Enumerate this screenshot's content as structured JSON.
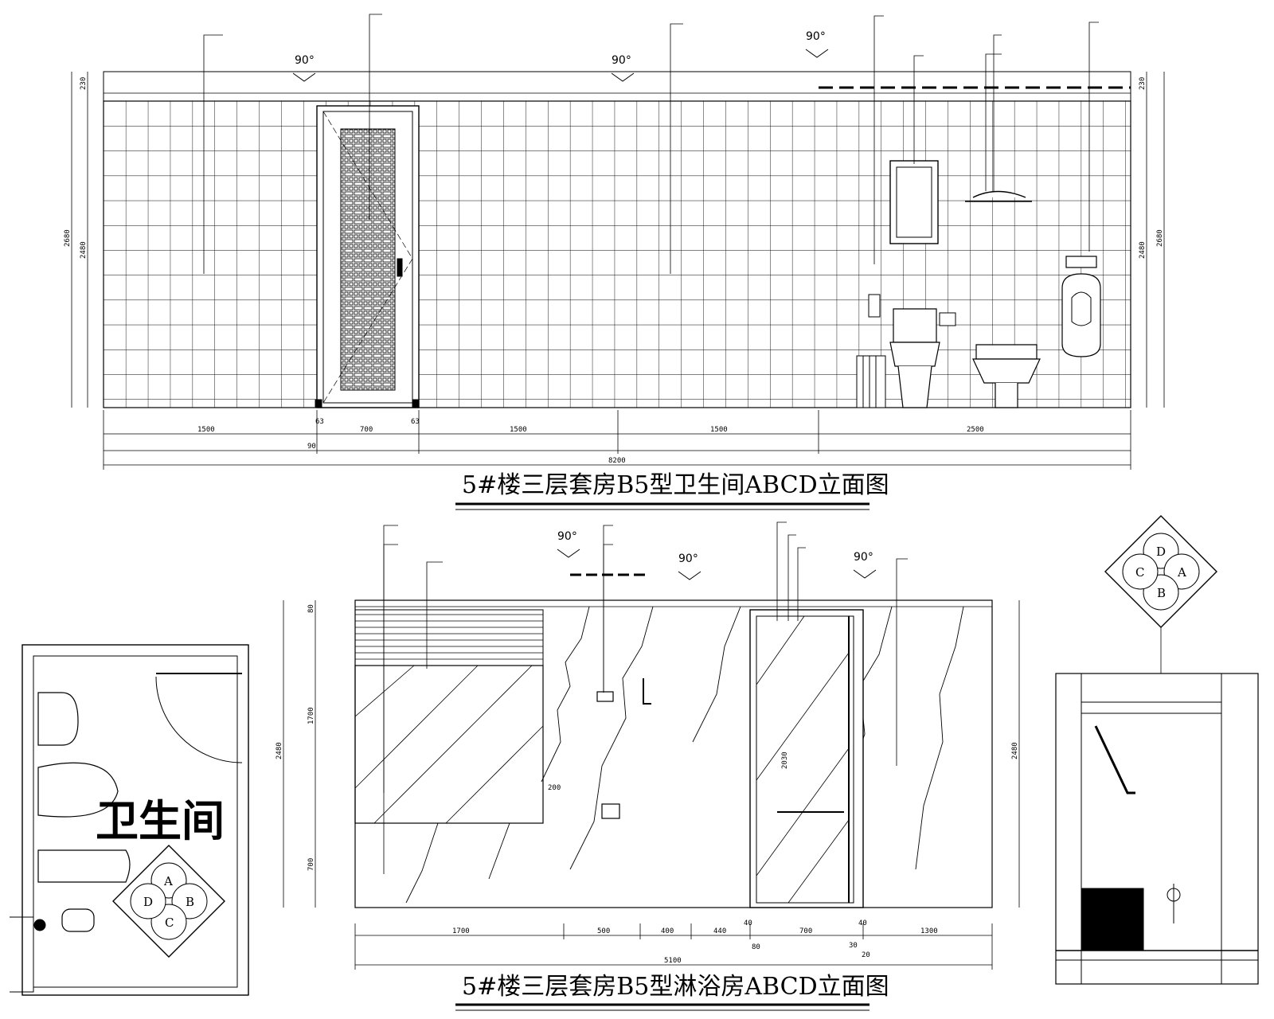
{
  "titles": {
    "toilet_elevation": "5#楼三层套房B5型卫生间ABCD立面图",
    "shower_elevation": "5#楼三层套房B5型淋浴房ABCD立面图",
    "room_label": "卫生间"
  },
  "angles": {
    "door_angle": "90°"
  },
  "upper": {
    "dims_bottom": [
      "1500",
      "63",
      "700",
      "63",
      "1500",
      "1500",
      "2500"
    ],
    "dim_sub": "90",
    "dim_total": "8200",
    "dim_left_heights": [
      "230",
      "2480",
      "2680"
    ],
    "dim_right_heights": [
      "230",
      "2480",
      "2680"
    ]
  },
  "lower": {
    "dims_bottom": [
      "1700",
      "500",
      "400",
      "440",
      "40",
      "700",
      "40",
      "1300"
    ],
    "dims_sub": [
      "80",
      "30",
      "20"
    ],
    "dim_total": "5100",
    "dim_left_heights": [
      "80",
      "1700",
      "700",
      "2480"
    ],
    "dim_right_height": "2480",
    "inner_dim": "200",
    "door_h": "2030"
  },
  "compass": [
    "D",
    "A",
    "B",
    "C"
  ],
  "compass_small": [
    "A",
    "B",
    "C",
    "D"
  ]
}
